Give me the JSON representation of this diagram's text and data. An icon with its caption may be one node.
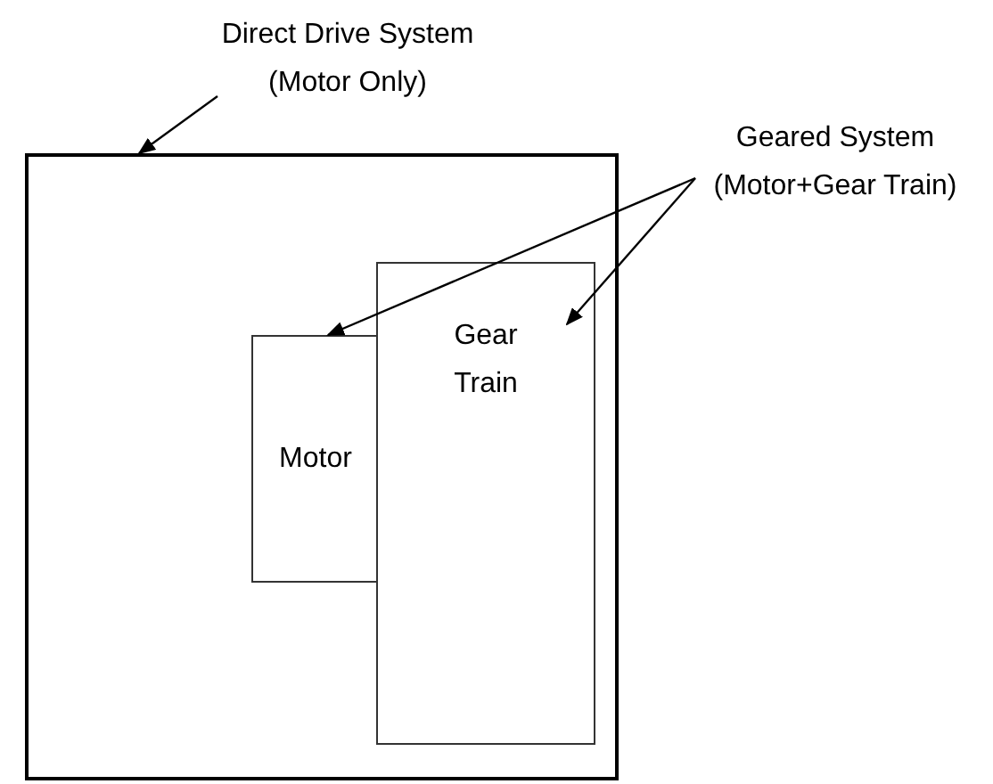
{
  "diagram": {
    "nodes": [
      {
        "text": [
          "Direct Drive System (Motor Only)"
        ]
      },
      {
        "text": [],
        "shape": "box"
      },
      {
        "text": [
          "Motor"
        ],
        "in": 1
      },
      {
        "text": [
          "Gear Train"
        ],
        "in": 1
      },
      {
        "text": [
          "Geared System (Motor+Gear Train)"
        ]
      }
    ],
    "edges": [
      {
        "from": 0,
        "to": 1,
        "arrow": "to"
      },
      {
        "from": 4,
        "to": 2,
        "arrow": "to"
      },
      {
        "from": 4,
        "to": 3,
        "arrow": "to"
      }
    ]
  }
}
